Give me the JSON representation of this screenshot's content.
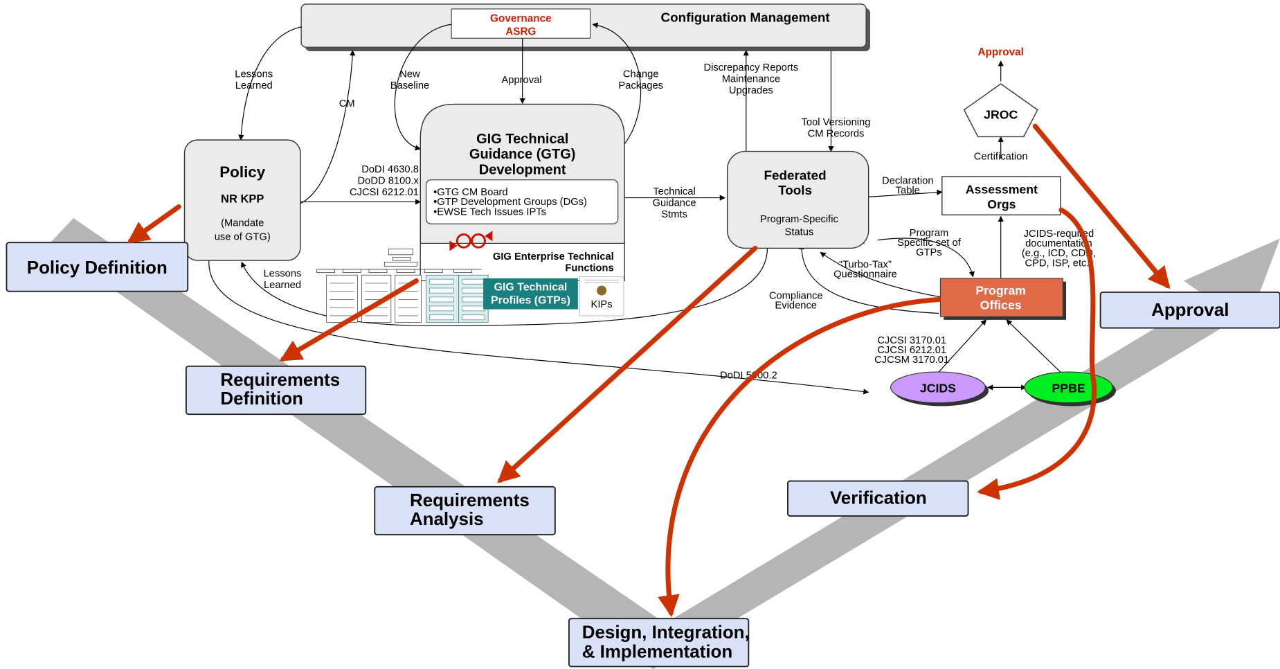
{
  "config_mgmt": {
    "title": "Configuration Management"
  },
  "governance": {
    "line1": "Governance",
    "line2": "ASRG"
  },
  "gtg": {
    "title_line1": "GIG Technical",
    "title_line2": "Guidance (GTG)",
    "title_line3": "Development",
    "items": [
      "•GTG CM Board",
      "•GTP Development Groups (DGs)",
      "•EWSE Tech Issues IPTs"
    ],
    "enterprise_line1": "GIG Enterprise Technical",
    "enterprise_line2": "Functions"
  },
  "gtp": {
    "line1": "GIG Technical",
    "line2": "Profiles (GTPs)"
  },
  "kips": {
    "label": "KIPs"
  },
  "policy": {
    "title": "Policy",
    "kpp": "NR KPP",
    "mandate_line1": "(Mandate",
    "mandate_line2": "use of GTG)"
  },
  "federated": {
    "title_line1": "Federated",
    "title_line2": "Tools",
    "sub_line1": "Program-Specific",
    "sub_line2": "Status"
  },
  "assessment": {
    "line1": "Assessment",
    "line2": "Orgs"
  },
  "program_offices": {
    "line1": "Program",
    "line2": "Offices"
  },
  "jroc": {
    "label": "JROC"
  },
  "approval_top": {
    "label": "Approval"
  },
  "jcids": {
    "label": "JCIDS"
  },
  "ppbe": {
    "label": "PPBE"
  },
  "edge_labels": {
    "lessons_learned_top": [
      "Lessons",
      "Learned"
    ],
    "cm": "CM",
    "new_baseline": [
      "New",
      "Baseline"
    ],
    "approval": "Approval",
    "change_packages": [
      "Change",
      "Packages"
    ],
    "dodi_refs": [
      "DoDI 4630.8",
      "DoDD 8100.x",
      "CJCSI 6212.01"
    ],
    "technical_guidance": [
      "Technical",
      "Guidance",
      "Stmts"
    ],
    "discrepancy": [
      "Discrepancy Reports",
      "Maintenance",
      "Upgrades"
    ],
    "tool_versioning": [
      "Tool Versioning",
      "CM Records"
    ],
    "declaration_table": [
      "Declaration",
      "Table"
    ],
    "certification": "Certification",
    "program_specific_gtps": [
      "Program",
      "Specific set of",
      "GTPs"
    ],
    "jcids_documentation": [
      "JCIDS-required",
      "documentation",
      "(e.g., ICD, CDD,",
      "CPD, ISP, etc.)"
    ],
    "turbo_tax": [
      "“Turbo-Tax”",
      "Questionnaire"
    ],
    "compliance_evidence": [
      "Compliance",
      "Evidence"
    ],
    "lessons_learned_bottom": [
      "Lessons",
      "Learned"
    ],
    "cjcsi_refs": [
      "CJCSI 3170.01",
      "CJCSI 6212.01",
      "CJCSM 3170.01"
    ],
    "dodi_5000": "DoDI 5000.2"
  },
  "phases": {
    "policy_definition": "Policy Definition",
    "requirements_definition": [
      "Requirements",
      "Definition"
    ],
    "requirements_analysis": [
      "Requirements",
      "Analysis"
    ],
    "design": [
      "Design, Integration,",
      "& Implementation"
    ],
    "verification": "Verification",
    "approval": "Approval"
  },
  "colors": {
    "red_arrow": "#cc3300",
    "program_offices_fill": "#e06a45",
    "jcids_fill": "#cc99ff",
    "ppbe_fill": "#00ee22",
    "phase_box_fill": "#d9e1f7",
    "gtp_teal": "#1a7f7f",
    "gray_box": "#ebebeb"
  }
}
